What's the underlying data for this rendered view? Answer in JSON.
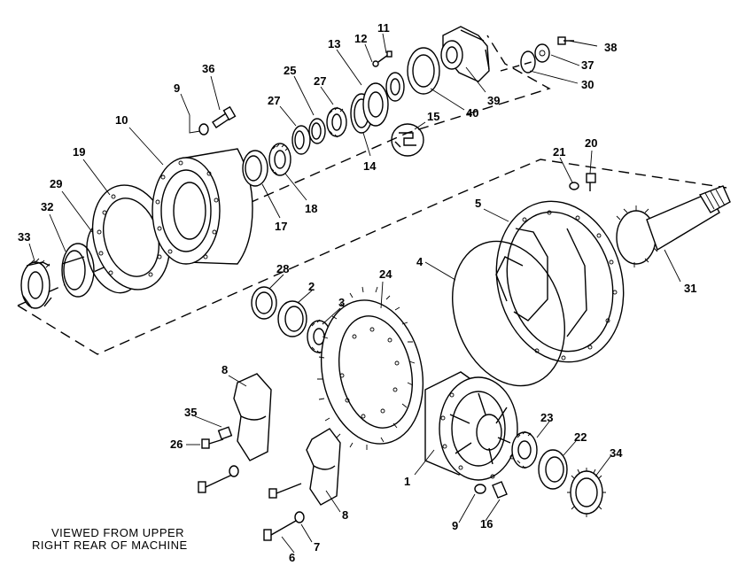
{
  "caption": {
    "line1": "VIEWED FROM UPPER",
    "line2": "RIGHT REAR OF MACHINE"
  },
  "callouts": {
    "n1": "1",
    "n2": "2",
    "n3": "3",
    "n4": "4",
    "n5": "5",
    "n6": "6",
    "n7": "7",
    "n8a": "8",
    "n8b": "8",
    "n9a": "9",
    "n9b": "9",
    "n10": "10",
    "n11": "11",
    "n12": "12",
    "n13": "13",
    "n14": "14",
    "n15": "15",
    "n16": "16",
    "n17": "17",
    "n18": "18",
    "n19": "19",
    "n20": "20",
    "n21": "21",
    "n22": "22",
    "n23": "23",
    "n24": "24",
    "n25": "25",
    "n26": "26",
    "n27a": "27",
    "n27b": "27",
    "n28": "28",
    "n29": "29",
    "n30": "30",
    "n31": "31",
    "n32": "32",
    "n33": "33",
    "n34": "34",
    "n35": "35",
    "n36": "36",
    "n37": "37",
    "n38": "38",
    "n39": "39",
    "n40": "40"
  }
}
